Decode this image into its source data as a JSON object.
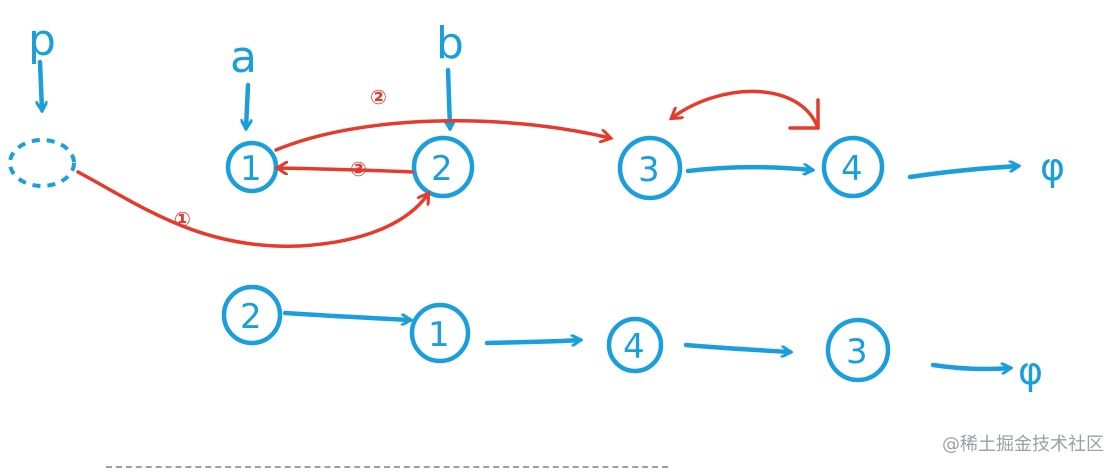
{
  "diagram": {
    "pointers": {
      "p": "p",
      "a": "a",
      "b": "b"
    },
    "before_list": {
      "nodes": [
        "1",
        "2",
        "3",
        "4"
      ],
      "null": "φ"
    },
    "steps": {
      "step1": "①",
      "step2": "②",
      "step3": "③"
    },
    "after_list": {
      "nodes": [
        "2",
        "1",
        "4",
        "3"
      ],
      "null": "φ"
    },
    "colors": {
      "pointer_ink": "#1a9fdc",
      "step_ink": "#e63a2b"
    }
  },
  "watermark": "@稀土掘金技术社区"
}
